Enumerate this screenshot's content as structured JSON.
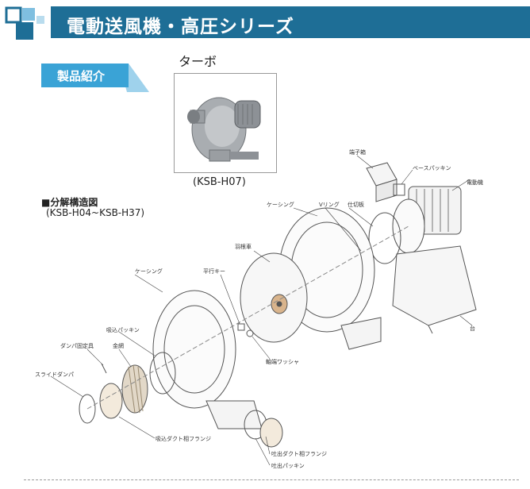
{
  "header": {
    "title": "電動送風機・高圧シリーズ",
    "bar_color": "#1e6e96"
  },
  "intro": {
    "label": "製品紹介",
    "color": "#3aa3d6"
  },
  "product": {
    "type_title": "ターボ",
    "model_caption": "(KSB-H07)"
  },
  "exploded_view": {
    "title": "■分解構造図",
    "model_range": "(KSB-H04~KSB-H37)",
    "parts": {
      "terminal_box": "端子箱",
      "base_packing": "ベースパッキン",
      "motor": "電動機",
      "casing_rear": "ケーシング",
      "v_ring": "Vリング",
      "partition_plate": "仕切板",
      "impeller": "羽根車",
      "parallel_key": "平行キー",
      "casing_front": "ケーシング",
      "shaft_washer": "軸端ワッシャ",
      "suction_packing": "吸込パッキン",
      "damper_fixture": "ダンパ固定具",
      "wire_mesh": "金網",
      "slide_damper": "スライドダンパ",
      "suction_flange": "吸込ダクト相フランジ",
      "discharge_flange": "吐出ダクト相フランジ",
      "discharge_packing": "吐出パッキン",
      "stand": "台"
    }
  }
}
